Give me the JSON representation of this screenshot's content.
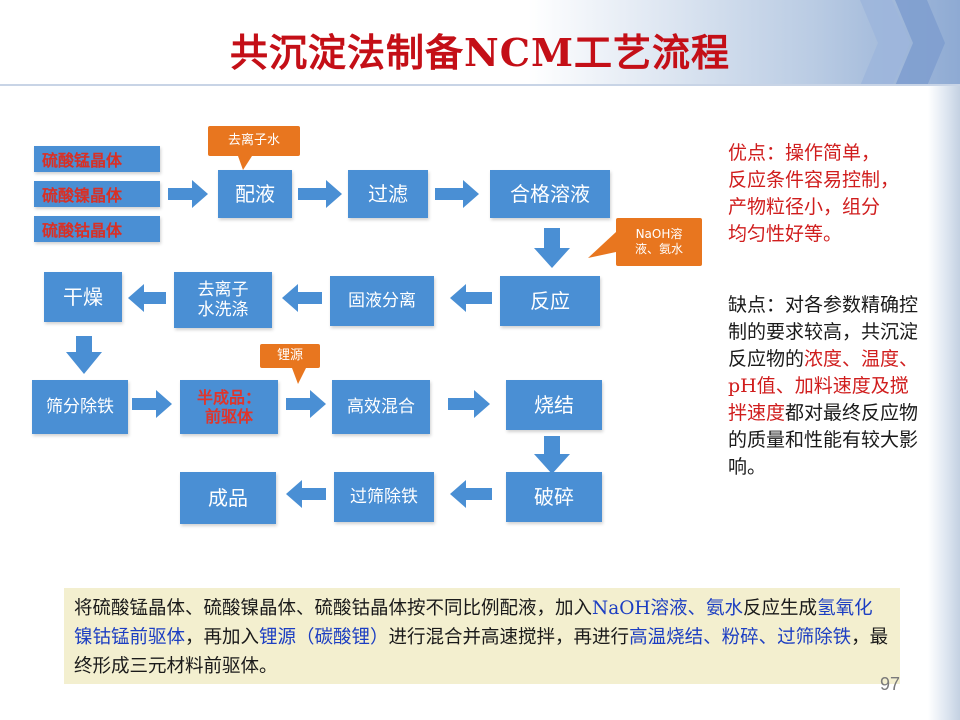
{
  "title": "共沉淀法制备NCM工艺流程",
  "colors": {
    "box": "#4a8fd4",
    "callout": "#e8761f",
    "title": "#c40f17",
    "highlight_red": "#d01d1d",
    "highlight_blue": "#1c3ec2"
  },
  "flow": {
    "raw_materials": [
      "硫酸锰晶体",
      "硫酸镍晶体",
      "硫酸钴晶体"
    ],
    "steps": {
      "mix": "配液",
      "filter": "过滤",
      "qualified_solution": "合格溶液",
      "reaction": "反应",
      "separation": "固液分离",
      "wash": "去离子\n水洗涤",
      "dry": "干燥",
      "sieve_iron": "筛分除铁",
      "precursor": "半成品：\n前驱体",
      "mixing": "高效混合",
      "sinter": "烧结",
      "crush": "破碎",
      "sieve_iron2": "过筛除铁",
      "product": "成品"
    },
    "callouts": {
      "deionized_water": "去离子水",
      "naoh": "NaOH溶\n液、氨水",
      "lithium": "锂源"
    }
  },
  "notes": {
    "advantages": [
      "优点：操作简单，",
      "反应条件容易控制，",
      "产物粒径小，组分",
      "均匀性好等。"
    ],
    "disadvantages": {
      "plain_1": "缺点：对各参数精确控制的要求较高，共沉淀反应物的",
      "red_1": "浓度、温度、pH值、加料速度及搅拌速度",
      "plain_2": "都对最终反应物的质量和性能有较大影响。"
    }
  },
  "summary": {
    "p1": "将硫酸锰晶体、硫酸镍晶体、硫酸钴晶体按不同比例配液，加入",
    "b1": "NaOH溶液、氨水",
    "p2": "反应生成",
    "b2": "氢氧化镍钴锰前驱体",
    "p3": "，再加入",
    "b3": "锂源（碳酸锂）",
    "p4": "进行混合并高速搅拌，再进行",
    "b4": "高温烧结、粉碎、过筛除铁",
    "p5": "，最终形成三元材料前驱体。"
  },
  "page_number": "97"
}
